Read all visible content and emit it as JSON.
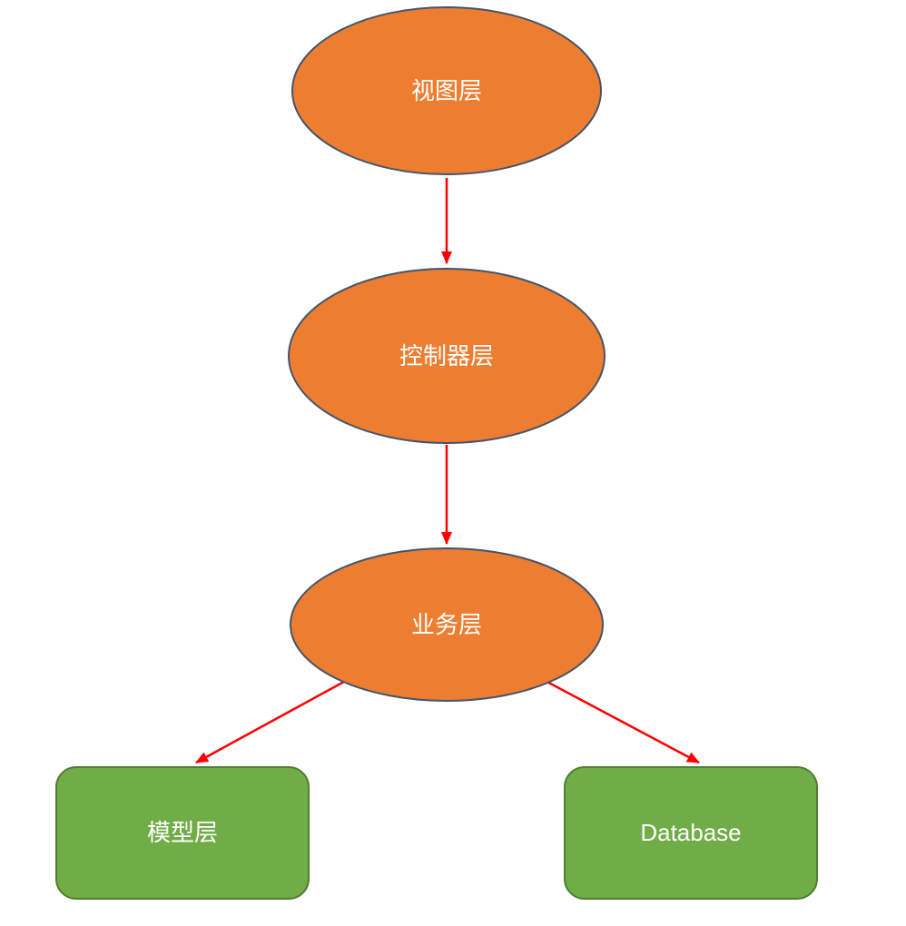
{
  "diagram": {
    "type": "flowchart",
    "description": "Layered MVC architecture diagram"
  },
  "nodes": {
    "view_layer": {
      "label": "视图层",
      "shape": "ellipse"
    },
    "controller_layer": {
      "label": "控制器层",
      "shape": "ellipse"
    },
    "business_layer": {
      "label": "业务层",
      "shape": "ellipse"
    },
    "model_layer": {
      "label": "模型层",
      "shape": "rounded-rect"
    },
    "database": {
      "label": "Database",
      "shape": "rounded-rect"
    }
  },
  "edges": [
    {
      "from": "view_layer",
      "to": "controller_layer",
      "style": "arrow"
    },
    {
      "from": "controller_layer",
      "to": "business_layer",
      "style": "arrow"
    },
    {
      "from": "business_layer",
      "to": "model_layer",
      "style": "arrow"
    },
    {
      "from": "business_layer",
      "to": "database",
      "style": "arrow"
    }
  ],
  "colors": {
    "ellipse_fill": "#ED7D31",
    "ellipse_stroke": "#44546A",
    "rect_fill": "#70AD47",
    "rect_stroke": "#507E32",
    "arrow": "#FF0000",
    "label_text": "#FFFFFF",
    "background": "#FFFFFF"
  }
}
